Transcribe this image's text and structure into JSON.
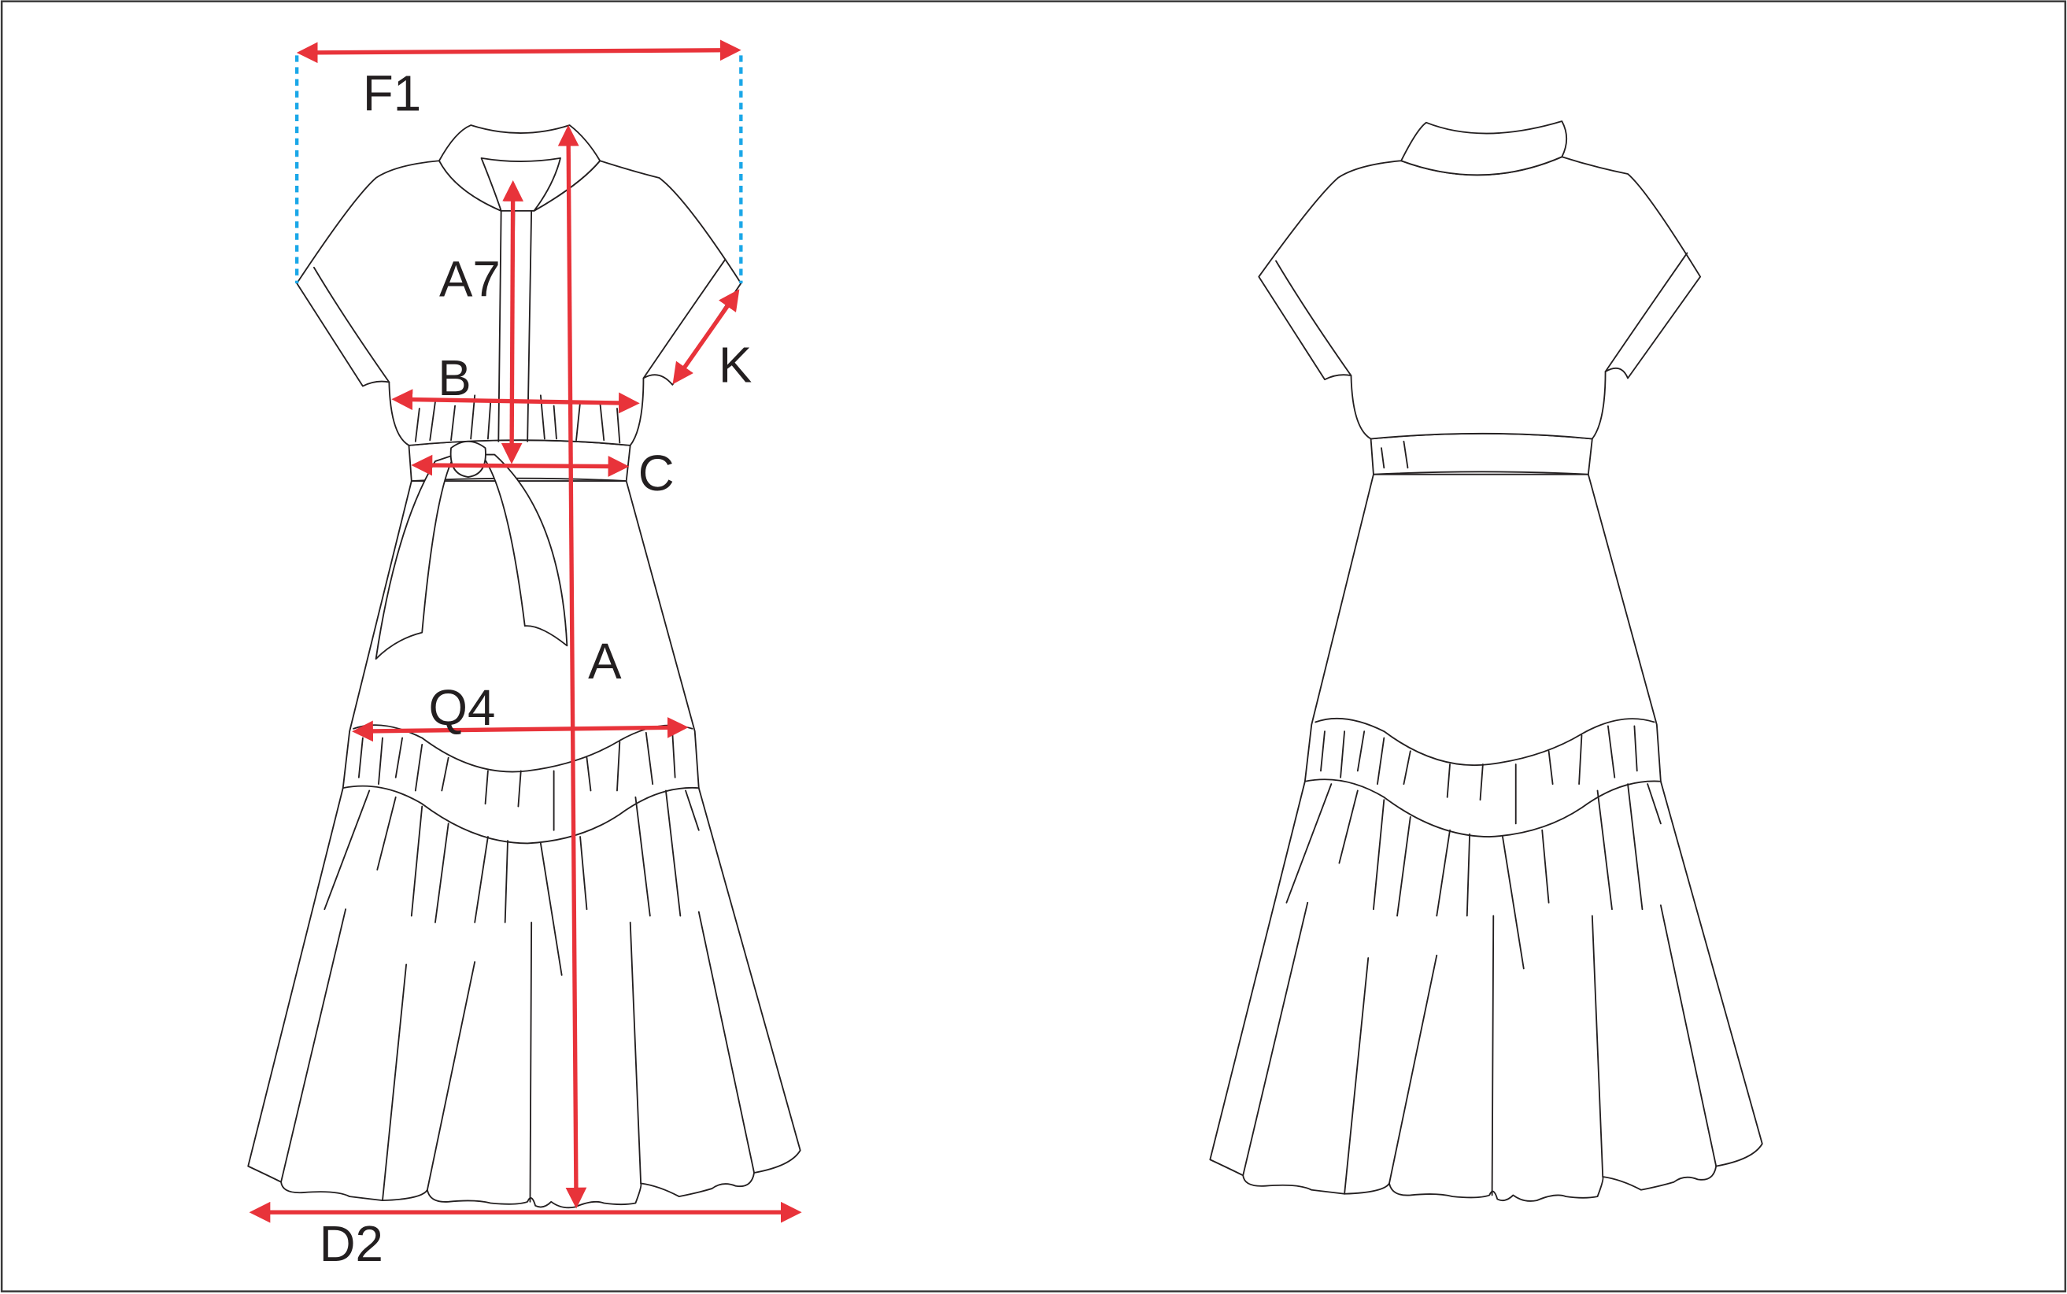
{
  "diagram": {
    "title": "Dress technical flat with measurement points",
    "views": [
      "front",
      "back"
    ],
    "measurements": {
      "F1": "F1",
      "A7": "A7",
      "B": "B",
      "K": "K",
      "C": "C",
      "A": "A",
      "Q4": "Q4",
      "D2": "D2"
    },
    "colors": {
      "arrow": "#e8333a",
      "guide": "#1aa7e8",
      "outline": "#231f20"
    }
  }
}
